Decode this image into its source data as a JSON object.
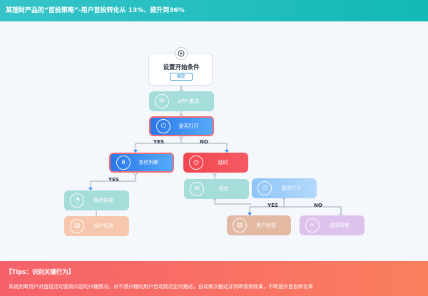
{
  "header": {
    "title": "某理财产品的“首投策略”-用户首投转化从 13%、提升到36%"
  },
  "start": {
    "title": "设置开始条件",
    "confirm_label": "确定"
  },
  "nodes": {
    "app_push": "APP-推送",
    "is_open_1": "是否打开",
    "condition": "条件判断",
    "delay": "延时",
    "wechat": "微信群发",
    "user_tag_1": "用户标签",
    "sms": "短信",
    "is_open_2": "是否打开",
    "user_tag_2": "用户标签",
    "select_strategy": "选择策略"
  },
  "branches": {
    "yes": "YES",
    "no": "NO"
  },
  "tips": {
    "heading": "【Tips：识别关键行为】",
    "body": "系统判断用户对首投活动营销内容的兴趣情况，对不感兴趣的用户启动延迟定时触达，自动再次触达并判断营销效果，不断提升首投转化率"
  },
  "colors": {
    "header": "#1fbdbd",
    "tips": "#f66a67",
    "push": "#9fdcd9",
    "blue": "#2f8cf0",
    "red": "#f5474f"
  }
}
